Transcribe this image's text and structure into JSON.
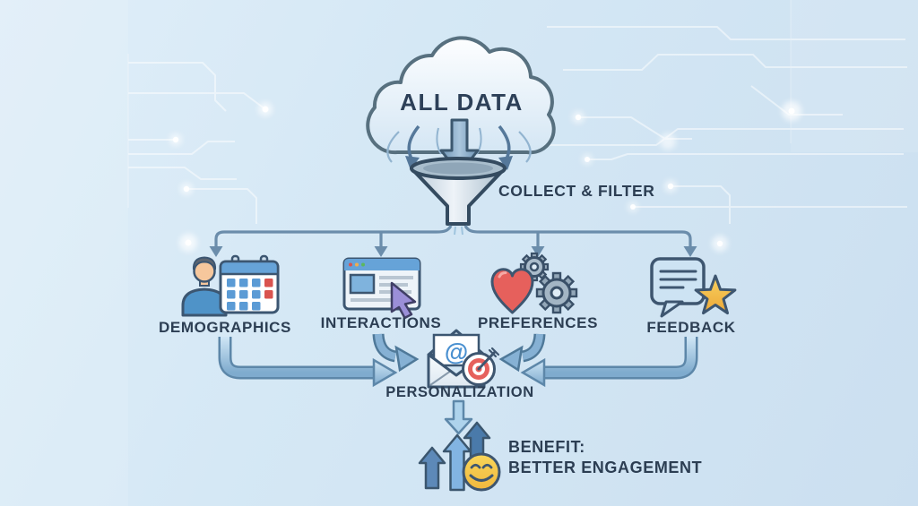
{
  "nodes": {
    "cloud": {
      "label": "ALL DATA"
    },
    "funnel": {
      "label": "COLLECT & FILTER"
    },
    "categories": [
      {
        "id": "demographics",
        "label": "DEMOGRAPHICS",
        "icons": [
          "person-icon",
          "calendar-icon"
        ]
      },
      {
        "id": "interactions",
        "label": "INTERACTIONS",
        "icons": [
          "browser-window-icon",
          "cursor-icon"
        ]
      },
      {
        "id": "preferences",
        "label": "PREFERENCES",
        "icons": [
          "heart-icon",
          "gear-small-icon",
          "gear-large-icon"
        ]
      },
      {
        "id": "feedback",
        "label": "FEEDBACK",
        "icons": [
          "chat-bubble-icon",
          "star-icon"
        ]
      }
    ],
    "personalization": {
      "label": "PERSONALIZATION",
      "at_glyph": "@",
      "icons": [
        "envelope-at-icon",
        "target-icon"
      ]
    },
    "benefit": {
      "line1": "BENEFIT:",
      "line2": "BETTER ENGAGEMENT",
      "icons": [
        "rising-arrows-icon",
        "smiley-icon"
      ]
    }
  },
  "edges": [
    {
      "from": "all-data-cloud",
      "to": "collect-filter-funnel"
    },
    {
      "from": "collect-filter-funnel",
      "to": "demographics"
    },
    {
      "from": "collect-filter-funnel",
      "to": "interactions"
    },
    {
      "from": "collect-filter-funnel",
      "to": "preferences"
    },
    {
      "from": "collect-filter-funnel",
      "to": "feedback"
    },
    {
      "from": "demographics",
      "to": "personalization"
    },
    {
      "from": "interactions",
      "to": "personalization"
    },
    {
      "from": "preferences",
      "to": "personalization"
    },
    {
      "from": "feedback",
      "to": "personalization"
    },
    {
      "from": "personalization",
      "to": "benefit"
    }
  ],
  "colors": {
    "background": "#d2e6f4",
    "text": "#2c3e53",
    "outline": "#3c5671",
    "connector": "#6b8dab",
    "arrow_tube_light": "#cfe6f6",
    "arrow_tube_dark": "#5d87a9",
    "heart_red": "#e6605c",
    "target_red": "#e6605c",
    "star_yellow": "#f2b844",
    "smiley_yellow": "#f6c945",
    "gear_gray": "#9aacbc",
    "cursor_purple": "#9b8fd8",
    "calendar_blue": "#66a3d8",
    "calendar_red": "#d9534f",
    "circuit_line": "#ffffff"
  }
}
